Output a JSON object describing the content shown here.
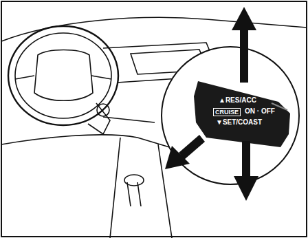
{
  "diagram": {
    "labels": [
      "▲RES/ACC",
      "CRUISE",
      "ON · OFF",
      "▼SET/COAST"
    ]
  }
}
